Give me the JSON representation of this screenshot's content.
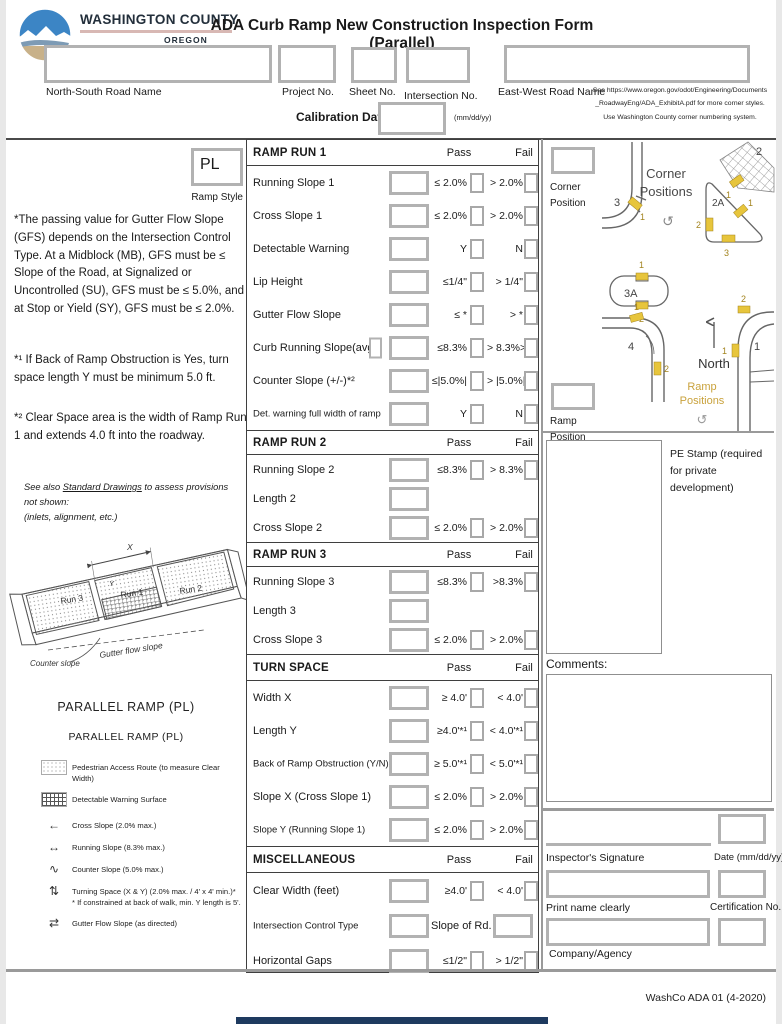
{
  "header": {
    "org": "WASHINGTON COUNTY",
    "org_sub": "OREGON",
    "title": "ADA Curb Ramp New Construction Inspection Form (Parallel)",
    "fields": {
      "ns_road": "North-South Road Name",
      "project": "Project No.",
      "sheet": "Sheet No.",
      "intersection": "Intersection No.",
      "ew_road": "East-West Road Name"
    },
    "note_lines": [
      "See https://www.oregon.gov/odot/Engineering/Documents",
      "_RoadwayEng/ADA_ExhibitA.pdf for more corner styles.",
      "Use Washington County corner numbering system."
    ],
    "calibration_label": "Calibration Date",
    "calibration_format": "(mm/dd/yy)"
  },
  "left": {
    "ramp_style_value": "PL",
    "ramp_style_label": "Ramp Style",
    "gfs_note": "*The passing value for Gutter Flow Slope (GFS) depends on the Intersection Control Type. At a Midblock (MB), GFS must be ≤ Slope of the Road, at Signalized or Uncontrolled (SU), GFS must be ≤ 5.0%, and at Stop or Yield (SY), GFS must be ≤ 2.0%.",
    "note1": "*¹ If Back of Ramp Obstruction is Yes, turn space length Y must be minimum 5.0 ft.",
    "note2": "*² Clear Space area is the width of Ramp Run 1 and extends 4.0 ft into the roadway.",
    "see_also_pre": "See also ",
    "see_also_link": "Standard Drawings",
    "see_also_post": " to assess provisions not shown:",
    "see_also_line2": "(inlets, alignment, etc.)",
    "drawing": {
      "run1": "Run 1",
      "run2": "Run 2",
      "run3": "Run 3",
      "dim_x": "X",
      "dim_y": "Y",
      "counter_slope": "Counter slope",
      "gutter_flow_slope": "Gutter flow slope"
    },
    "legend_title1": "PARALLEL RAMP (PL)",
    "legend_title2": "PARALLEL RAMP (PL)",
    "legend": [
      {
        "icon": "pedestrian-access-swatch",
        "text": "Pedestrian Access Route (to measure Clear Width)"
      },
      {
        "icon": "detectable-warning-swatch",
        "text": "Detectable Warning Surface"
      },
      {
        "icon": "cross-slope",
        "text": "Cross Slope (2.0% max.)"
      },
      {
        "icon": "running-slope",
        "text": "Running Slope (8.3% max.)"
      },
      {
        "icon": "counter-slope",
        "text": "Counter Slope (5.0% max.)"
      },
      {
        "icon": "turning-space",
        "text": "Turning Space (X & Y) (2.0% max. / 4' x 4' min.)*",
        "text2": "* If constrained at back of walk, min. Y length is 5'."
      },
      {
        "icon": "gutter-flow",
        "text": "Gutter Flow Slope (as directed)"
      }
    ]
  },
  "sections": [
    {
      "title": "RAMP RUN 1",
      "pass_header": "Pass",
      "fail_header": "Fail",
      "rows": [
        {
          "label": "Running Slope 1",
          "type": "pf",
          "pass": "≤ 2.0%",
          "fail": "> 2.0%"
        },
        {
          "label": "Cross Slope 1",
          "type": "pf",
          "pass": "≤ 2.0%",
          "fail": "> 2.0%"
        },
        {
          "label": "Detectable Warning",
          "type": "pf",
          "pass": "Y",
          "fail": "N"
        },
        {
          "label": "Lip Height",
          "type": "pf",
          "pass": "≤1/4\"",
          "fail": "> 1/4\""
        },
        {
          "label": "Gutter Flow Slope",
          "type": "pf",
          "pass": "≤ *",
          "fail": "> *"
        },
        {
          "label": "Curb Running Slope(avg)",
          "type": "pf2",
          "pass": "≤8.3%",
          "fail": "> 8.3%>"
        },
        {
          "label": "Counter Slope (+/-)*²",
          "type": "pf",
          "pass": "≤|5.0%|",
          "fail": "> |5.0%|"
        },
        {
          "label": "Det. warning full width of ramp",
          "type": "pf",
          "pass": "Y",
          "fail": "N"
        }
      ]
    },
    {
      "title": "RAMP RUN 2",
      "pass_header": "Pass",
      "fail_header": "Fail",
      "rows": [
        {
          "label": "Running Slope 2",
          "type": "pf",
          "pass": "≤8.3%",
          "fail": "> 8.3%"
        },
        {
          "label": "Length 2",
          "type": "input"
        },
        {
          "label": "Cross Slope 2",
          "type": "pf",
          "pass": "≤ 2.0%",
          "fail": "> 2.0%"
        }
      ]
    },
    {
      "title": "RAMP RUN 3",
      "pass_header": "Pass",
      "fail_header": "Fail",
      "rows": [
        {
          "label": "Running Slope 3",
          "type": "pf",
          "pass": "≤8.3%",
          "fail": ">8.3%"
        },
        {
          "label": "Length 3",
          "type": "input"
        },
        {
          "label": "Cross Slope 3",
          "type": "pf",
          "pass": "≤ 2.0%",
          "fail": "> 2.0%"
        }
      ]
    },
    {
      "title": "TURN SPACE",
      "pass_header": "Pass",
      "fail_header": "Fail",
      "rows": [
        {
          "label": "Width X",
          "type": "pf",
          "pass": "≥ 4.0'",
          "fail": "< 4.0'"
        },
        {
          "label": "Length Y",
          "type": "pf",
          "pass": "≥4.0'*¹",
          "fail": "< 4.0'*¹"
        },
        {
          "label": "Back of Ramp Obstruction (Y/N)",
          "type": "pf",
          "pass": "≥ 5.0'*¹",
          "fail": "< 5.0'*¹"
        },
        {
          "label": "Slope X (Cross Slope 1)",
          "type": "pf",
          "pass": "≤ 2.0%",
          "fail": "> 2.0%"
        },
        {
          "label": "Slope Y (Running Slope 1)",
          "type": "pf",
          "pass": "≤ 2.0%",
          "fail": "> 2.0%"
        }
      ]
    },
    {
      "title": "MISCELLANEOUS",
      "pass_header": "Pass",
      "fail_header": "Fail",
      "rows": [
        {
          "label": "Clear Width (feet)",
          "type": "pf",
          "pass": "≥4.0'",
          "fail": "< 4.0'"
        },
        {
          "label": "Intersection Control Type",
          "type": "mid",
          "mid": "Slope of Rd."
        },
        {
          "label": "Horizontal Gaps",
          "type": "pf",
          "pass": "≤1/2\"",
          "fail": "> 1/2\""
        }
      ]
    }
  ],
  "right": {
    "corner_position_label": "Corner Position",
    "ramp_position_label": "Ramp Position",
    "diagram": {
      "corner_word1": "Corner",
      "corner_word2": "Positions",
      "north": "North",
      "ramp_word1": "Ramp",
      "ramp_word2": "Positions",
      "c1": "1",
      "c2": "2",
      "c2a": "2A",
      "c3": "3",
      "c3a": "3A",
      "c4": "4",
      "m1": "1",
      "m2": "2",
      "m3": "3"
    },
    "pe_stamp_label": "PE Stamp (required for private development)",
    "comments_label": "Comments:",
    "signature": {
      "inspectors_signature": "Inspector's Signature",
      "date_label": "Date (mm/dd/yy)",
      "print_name": "Print name clearly",
      "certification": "Certification No.",
      "company": "Company/Agency"
    },
    "footer": "WashCo ADA 01 (4-2020)"
  },
  "colors": {
    "marker_yellow": "#e7c53c",
    "marker_number": "#a3841f",
    "ramp_positions_text": "#c9a23c",
    "logo_blue": "#3c85c5",
    "logo_tan": "#c8b189"
  }
}
